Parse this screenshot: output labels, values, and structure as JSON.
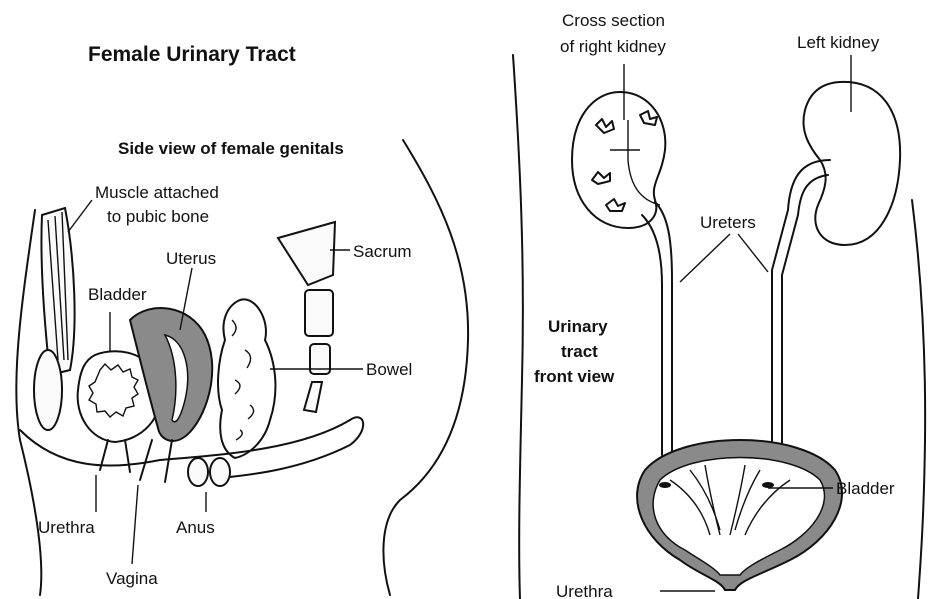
{
  "left_panel": {
    "title": "Female Urinary Tract",
    "subtitle": "Side view of female genitals",
    "labels": {
      "muscle_line1": "Muscle attached",
      "muscle_line2": "to pubic bone",
      "uterus": "Uterus",
      "sacrum": "Sacrum",
      "bladder": "Bladder",
      "bowel": "Bowel",
      "urethra": "Urethra",
      "anus": "Anus",
      "vagina": "Vagina"
    }
  },
  "right_panel": {
    "heading_line1": "Urinary",
    "heading_line2": "tract",
    "heading_line3": "front view",
    "labels": {
      "cross_line1": "Cross section",
      "cross_line2": "of right kidney",
      "left_kidney": "Left kidney",
      "ureters": "Ureters",
      "bladder": "Bladder",
      "urethra": "Urethra"
    }
  }
}
